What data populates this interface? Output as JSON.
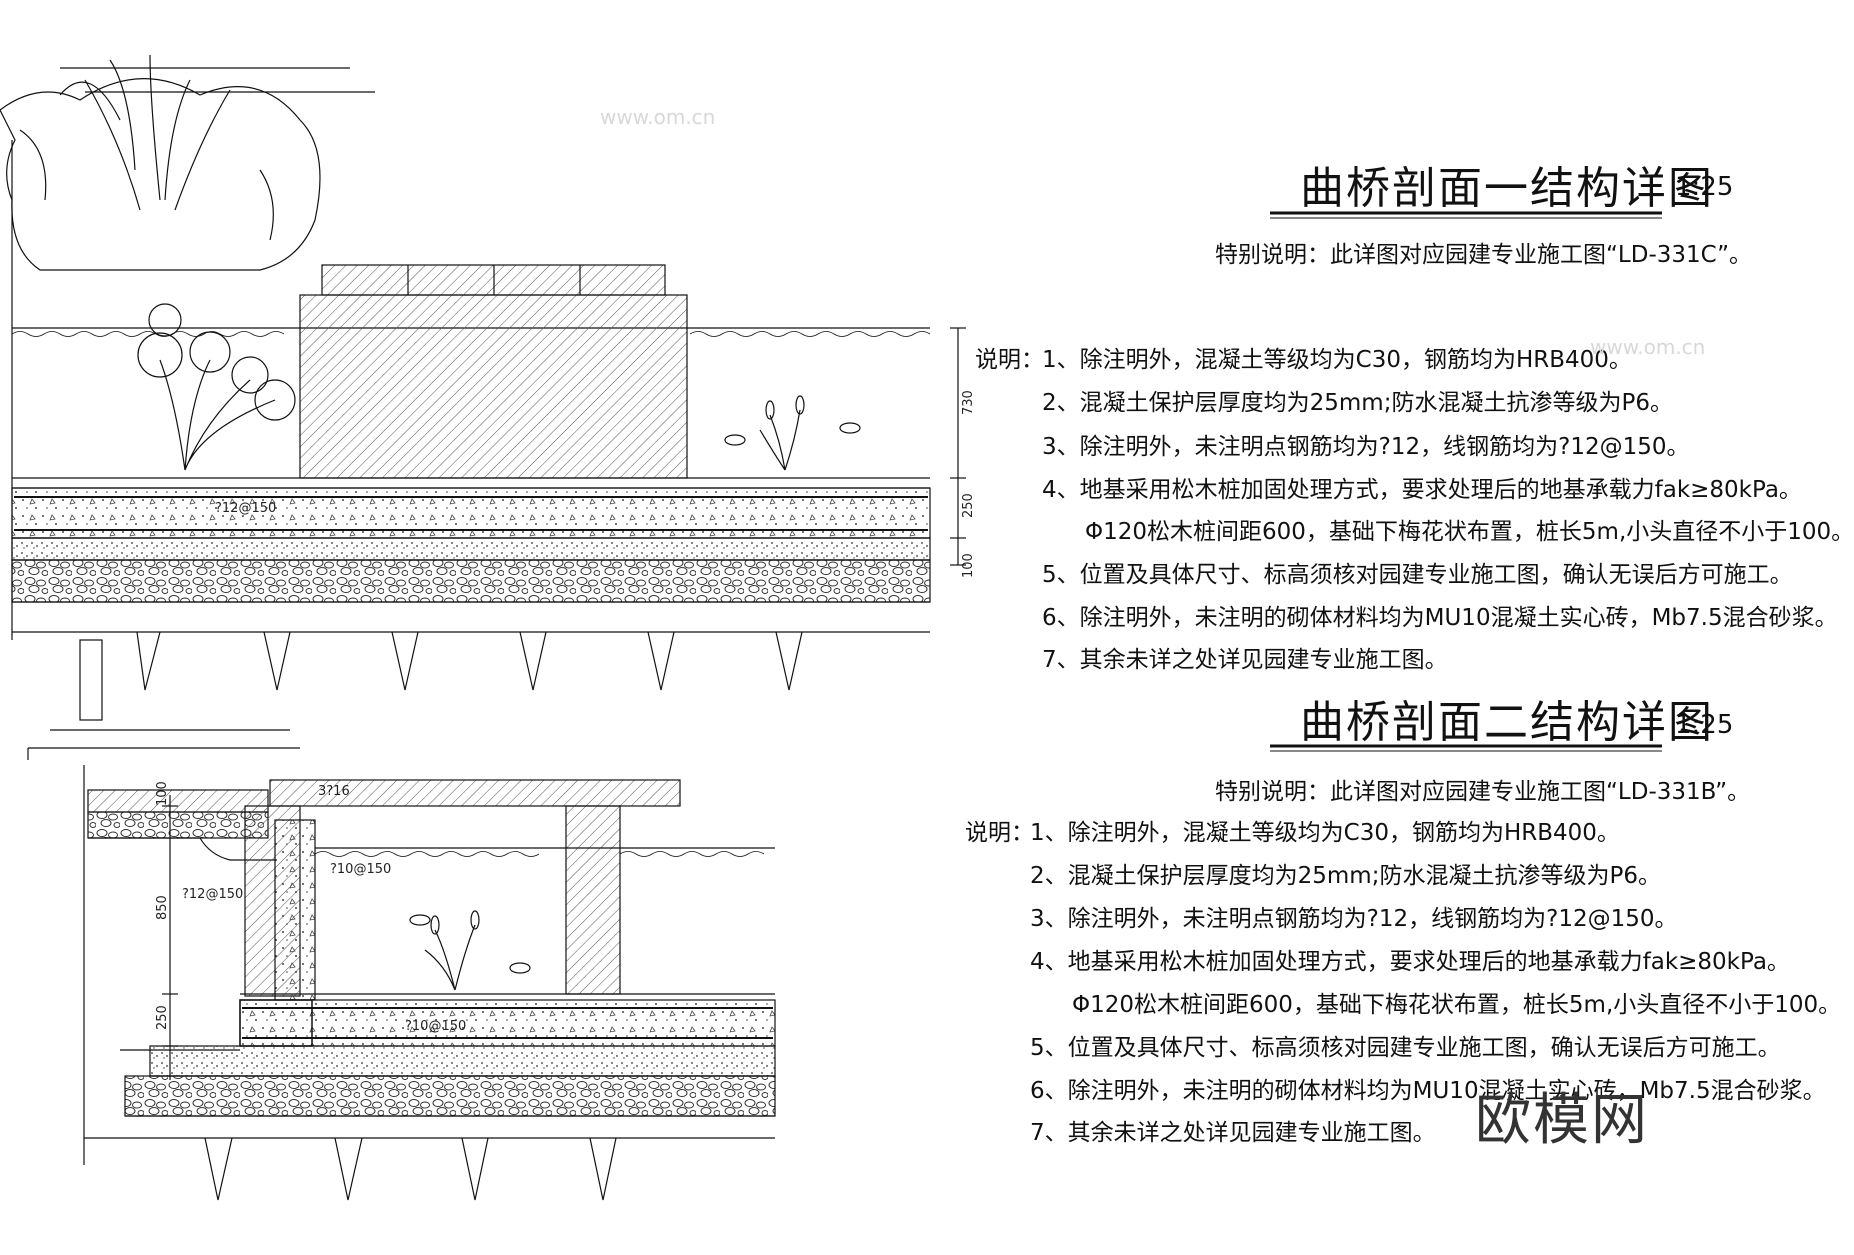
{
  "section1": {
    "title": "曲桥剖面一结构详图",
    "scale": "1:25",
    "special_note": "特别说明：此详图对应园建专业施工图“LD-331C”。",
    "notes_head": "说明：",
    "notes": [
      "1、除注明外，混凝土等级均为C30，钢筋均为HRB400。",
      "2、混凝土保护层厚度均为25mm;防水混凝土抗渗等级为P6。",
      "3、除注明外，未注明点钢筋均为?12，线钢筋均为?12@150。",
      "4、地基采用松木桩加固处理方式，要求处理后的地基承载力fak≥80kPa。",
      "Φ120松木桩间距600，基础下梅花状布置，桩长5m,小头直径不小于100。",
      "5、位置及具体尺寸、标高须核对园建专业施工图，确认无误后方可施工。",
      "6、除注明外，未注明的砌体材料均为MU10混凝土实心砖，Mb7.5混合砂浆。",
      "7、其余未详之处详见园建专业施工图。"
    ],
    "dims": [
      "730",
      "250",
      "100"
    ],
    "rebar_tag": "?12@150"
  },
  "section2": {
    "title": "曲桥剖面二结构详图",
    "scale": "1:25",
    "special_note": "特别说明：此详图对应园建专业施工图“LD-331B”。",
    "notes_head": "说明：",
    "notes": [
      "1、除注明外，混凝土等级均为C30，钢筋均为HRB400。",
      "2、混凝土保护层厚度均为25mm;防水混凝土抗渗等级为P6。",
      "3、除注明外，未注明点钢筋均为?12，线钢筋均为?12@150。",
      "4、地基采用松木桩加固处理方式，要求处理后的地基承载力fak≥80kPa。",
      "Φ120松木桩间距600，基础下梅花状布置，桩长5m,小头直径不小于100。",
      "5、位置及具体尺寸、标高须核对园建专业施工图，确认无误后方可施工。",
      "6、除注明外，未注明的砌体材料均为MU10混凝土实心砖，Mb7.5混合砂浆。",
      "7、其余未详之处详见园建专业施工图。"
    ],
    "dims": [
      "850",
      "250",
      "100"
    ],
    "rebar_tags": [
      "?12@150",
      "?10@150",
      "?10@150",
      "3?16"
    ]
  },
  "watermark": {
    "brand": "欧模网",
    "url": "www.om.cn"
  },
  "colors": {
    "line": "#111111",
    "hatch": "#555555",
    "watermark_faint": "#d8d8d8"
  }
}
